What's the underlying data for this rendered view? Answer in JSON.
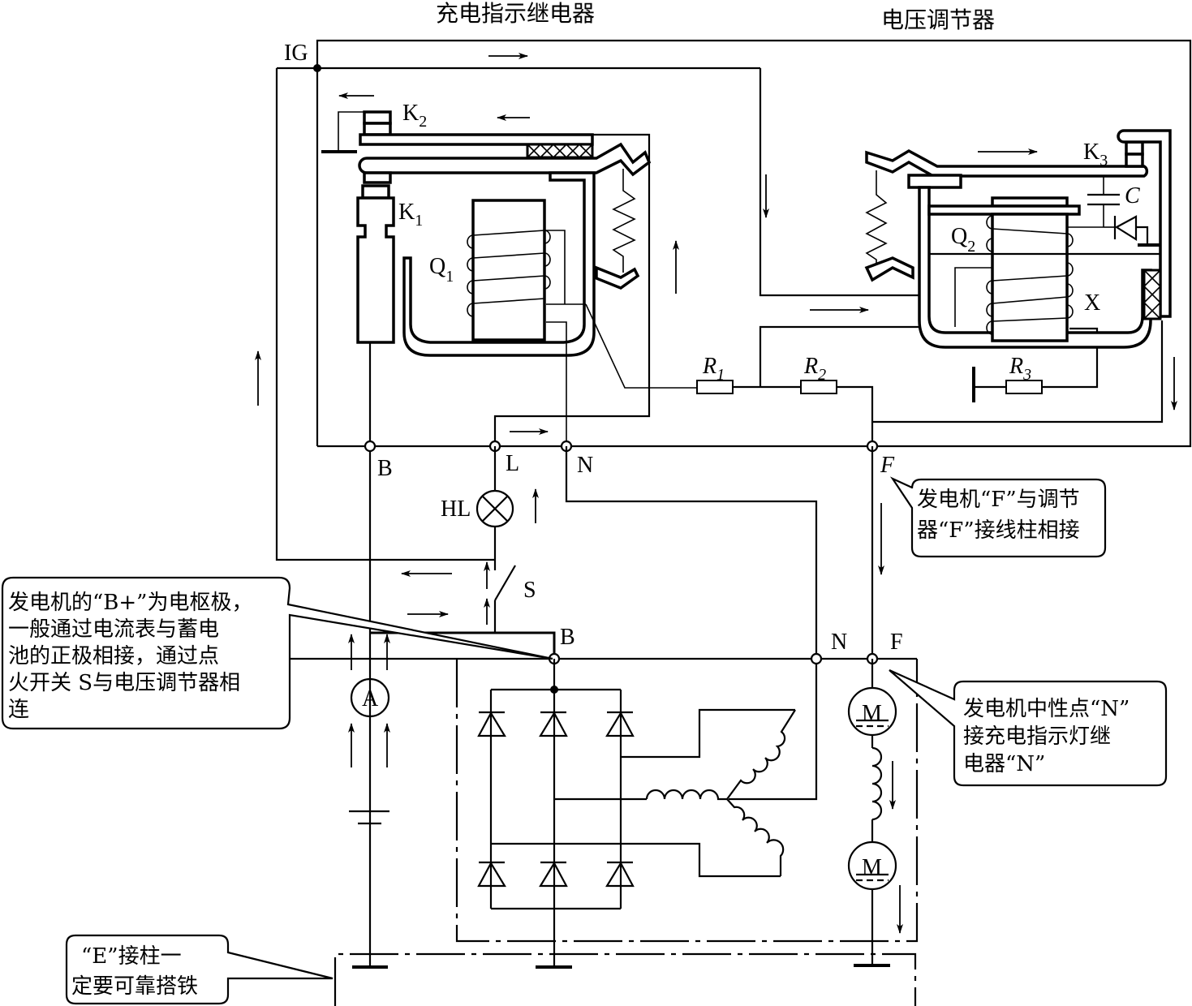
{
  "titles": {
    "charge_relay": "充电指示继电器",
    "voltage_regulator": "电压调节器"
  },
  "terminals": {
    "ig": "IG",
    "b_top": "B",
    "l": "L",
    "n_top": "N",
    "f_top": "F",
    "b_gen": "B",
    "n_gen": "N",
    "f_gen": "F"
  },
  "components": {
    "k1": {
      "main": "K",
      "sub": "1"
    },
    "k2": {
      "main": "K",
      "sub": "2"
    },
    "k3": {
      "main": "K",
      "sub": "3"
    },
    "q1": {
      "main": "Q",
      "sub": "1"
    },
    "q2": {
      "main": "Q",
      "sub": "2"
    },
    "c": "C",
    "x": "X",
    "r1": {
      "main": "R",
      "sub": "1"
    },
    "r2": {
      "main": "R",
      "sub": "2"
    },
    "r3": {
      "main": "R",
      "sub": "3"
    },
    "hl": "HL",
    "s": "S",
    "ammeter": "A",
    "motor_1": "M",
    "motor_2": "M"
  },
  "notes": {
    "b_plus": [
      "发电机的“B+”为电枢极，",
      "一般通过电流表与蓄电",
      "池的正极相接，通过点",
      "火开关 S与电压调节器相",
      "连"
    ],
    "f_terminal": [
      "发电机“F”与调节",
      "器“F”接线柱相接"
    ],
    "n_terminal": [
      "发电机中性点“N”",
      "接充电指示灯继",
      "电器“N”"
    ],
    "e_terminal": [
      "“E”接柱一",
      "定要可靠搭铁"
    ]
  }
}
